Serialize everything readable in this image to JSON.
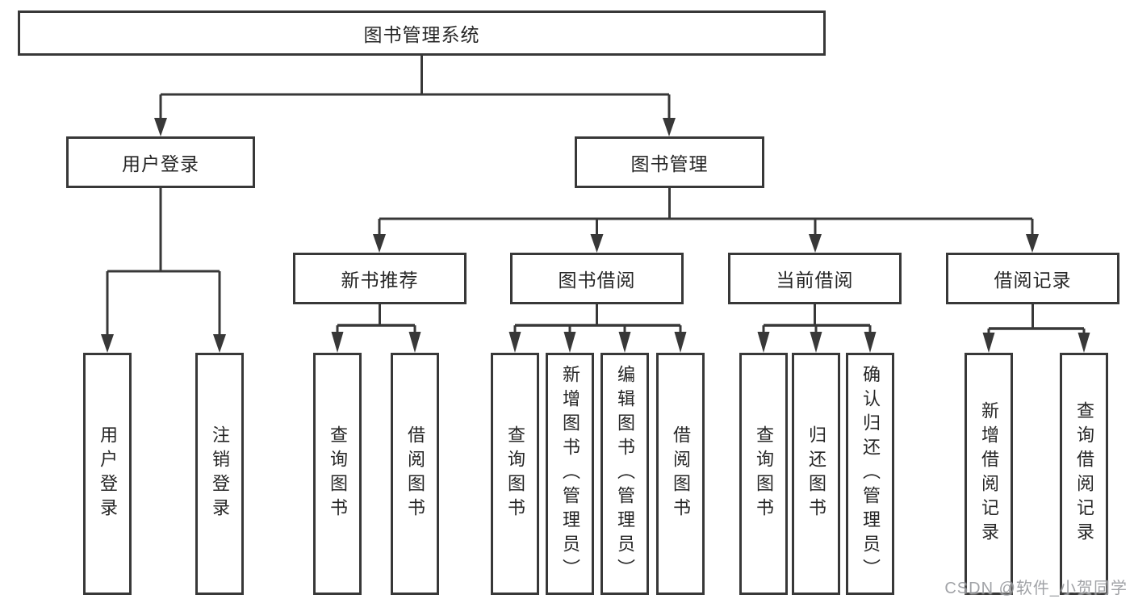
{
  "nodes": {
    "root": "图书管理系统",
    "user_login": "用户登录",
    "book_mgmt": "图书管理",
    "new_book_rec": "新书推荐",
    "book_borrow": "图书借阅",
    "current_borrow": "当前借阅",
    "borrow_records": "借阅记录",
    "ul_user_login": "用户登录",
    "ul_logout": "注销登录",
    "nbr_query": "查询图书",
    "nbr_borrow": "借阅图书",
    "bb_query": "查询图书",
    "bb_add": "新增图书（管理员）",
    "bb_edit": "编辑图书（管理员）",
    "bb_borrow": "借阅图书",
    "cb_query": "查询图书",
    "cb_return": "归还图书",
    "cb_confirm": "确认归还（管理员）",
    "br_add": "新增借阅记录",
    "br_query": "查询借阅记录"
  },
  "watermark": "CSDN @软件_小贺同学",
  "colors": {
    "line": "#383838",
    "text": "#262626",
    "background": "#ffffff",
    "watermark": "#919398"
  }
}
